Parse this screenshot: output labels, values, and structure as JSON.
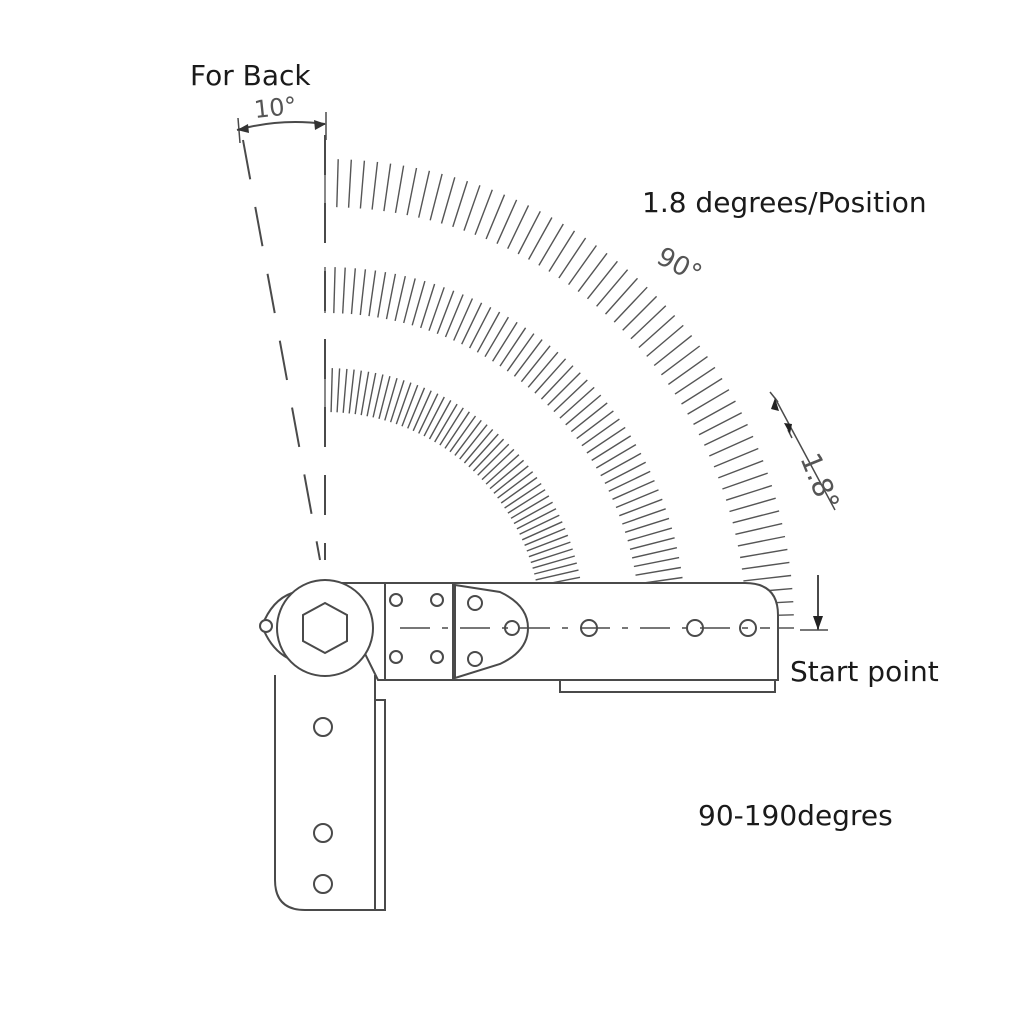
{
  "labels": {
    "for_back": "For Back",
    "angle_10": "10°",
    "step_caption": "1.8 degrees/Position",
    "angle_90": "90°",
    "angle_1_8": "1.8°",
    "start_point": "Start point",
    "range": "90-190degres"
  },
  "colors": {
    "line": "#4a4a4a",
    "text": "#1a1a1a"
  }
}
